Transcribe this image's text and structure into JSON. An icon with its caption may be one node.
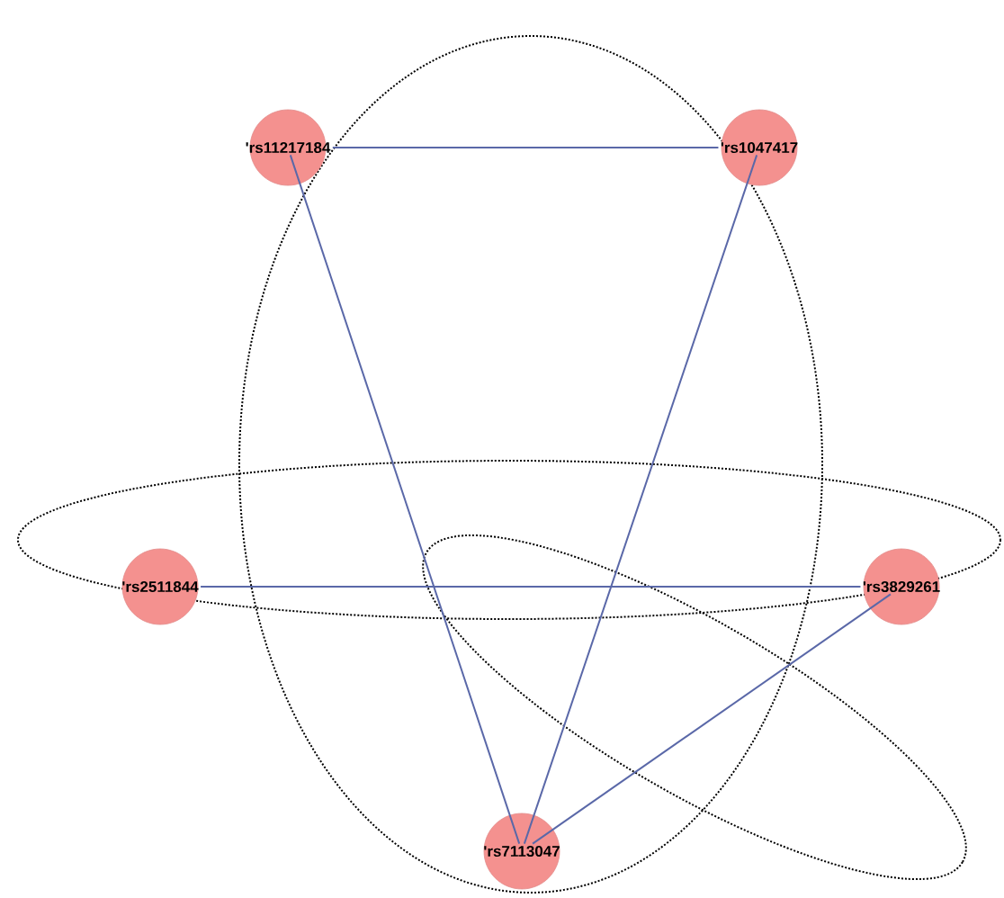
{
  "diagram": {
    "nodes": [
      {
        "text": [
          "'rs11217184"
        ]
      },
      {
        "text": [
          "'rs1047417"
        ]
      },
      {
        "text": [
          "'rs2511844"
        ]
      },
      {
        "text": [
          "'rs3829261"
        ]
      },
      {
        "text": [
          "'rs7113047"
        ]
      }
    ],
    "edges": [
      {
        "from": 0,
        "to": 1,
        "arrow": "none"
      },
      {
        "from": 0,
        "to": 4,
        "arrow": "none"
      },
      {
        "from": 1,
        "to": 4,
        "arrow": "none"
      },
      {
        "from": 2,
        "to": 3,
        "arrow": "none"
      },
      {
        "from": 3,
        "to": 4,
        "arrow": "none"
      }
    ]
  }
}
